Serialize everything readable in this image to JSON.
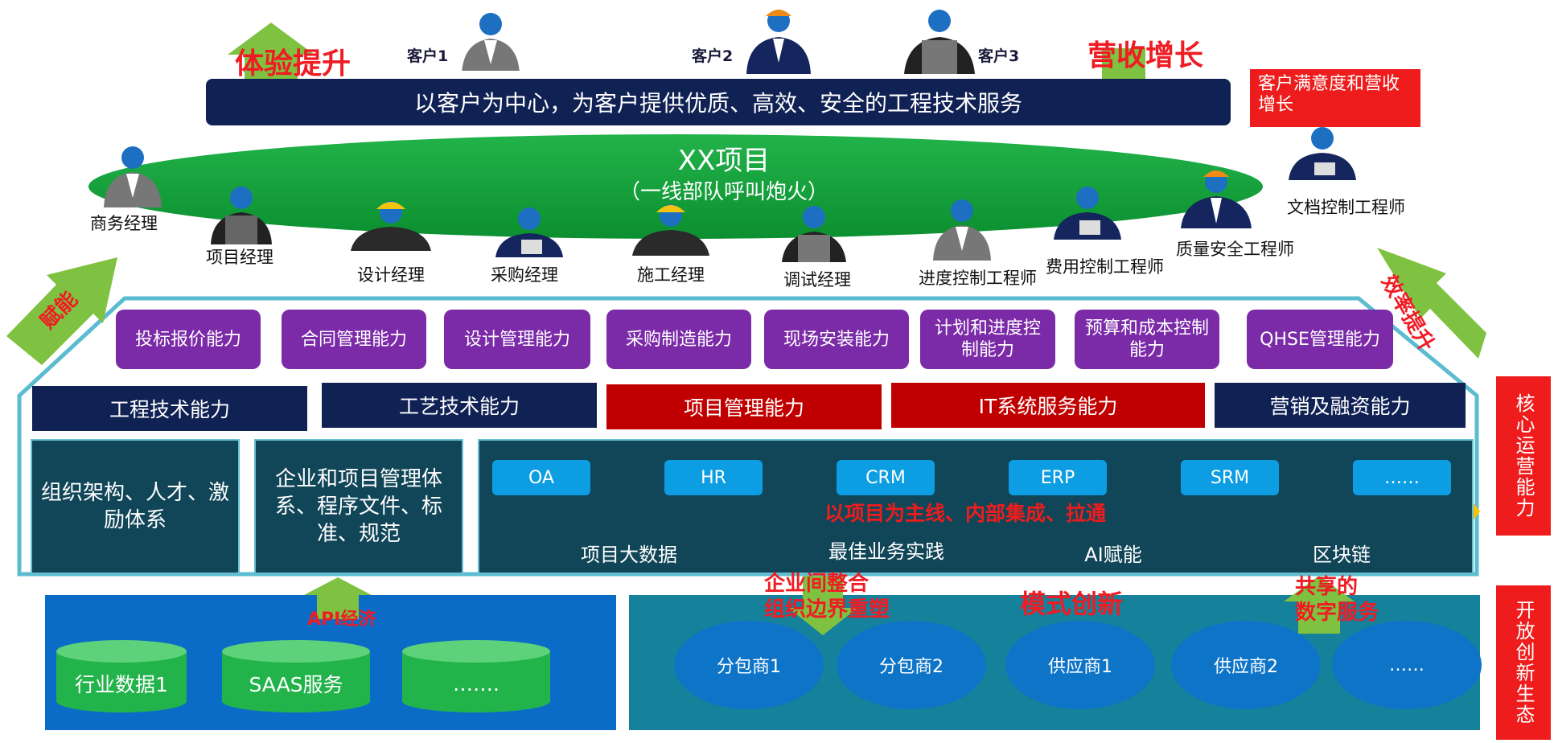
{
  "top": {
    "banner": "以客户为中心，为客户提供优质、高效、安全的工程技术服务",
    "experience_up": "体验提升",
    "revenue_up": "营收增长",
    "satisfaction_box": "客户满意度和营收增长",
    "customers": [
      "客户1",
      "客户2",
      "客户3"
    ]
  },
  "project": {
    "title": "XX项目",
    "subtitle": "（一线部队呼叫炮火）",
    "roles": [
      "商务经理",
      "项目经理",
      "设计经理",
      "采购经理",
      "施工经理",
      "调试经理",
      "进度控制工程师",
      "费用控制工程师",
      "质量安全工程师",
      "文档控制工程师"
    ]
  },
  "side_arrows": {
    "left": "赋能",
    "right": "效率提升"
  },
  "capabilities": [
    "投标报价能力",
    "合同管理能力",
    "设计管理能力",
    "采购制造能力",
    "现场安装能力",
    "计划和进度控制能力",
    "预算和成本控制能力",
    "QHSE管理能力"
  ],
  "tiers": [
    "工程技术能力",
    "工艺技术能力",
    "项目管理能力",
    "IT系统服务能力",
    "营销及融资能力"
  ],
  "foundation": {
    "org": "组织架构、人才、激励体系",
    "mgmt": "企业和项目管理体系、程序文件、标准、规范"
  },
  "it_systems": [
    "OA",
    "HR",
    "CRM",
    "ERP",
    "SRM",
    "……"
  ],
  "mainline": "以项目为主线、内部集成、拉通",
  "platforms": [
    "项目大数据",
    "最佳业务实践",
    "AI赋能",
    "区块链"
  ],
  "right_labels": {
    "core": "核心运营能力",
    "eco": "开放创新生态"
  },
  "ecosystem": {
    "data_items": [
      "行业数据1",
      "SAAS服务",
      "……."
    ],
    "partners": [
      "分包商1",
      "分包商2",
      "供应商1",
      "供应商2",
      "……"
    ],
    "api_label": "API经济",
    "integration": "企业间整合\n组织边界重塑",
    "innovation": "模式创新",
    "shared": "共享的\n数字服务"
  },
  "colors": {
    "navy": "#102154",
    "red": "#c00000",
    "purple": "#7b2aa8",
    "green_ellipse": "#13a538",
    "teal_frame": "#5bbcd0",
    "eco_blue": "#0d74c8",
    "arrow_green": "#7fc241",
    "arrow_yellow": "#ffc000"
  }
}
